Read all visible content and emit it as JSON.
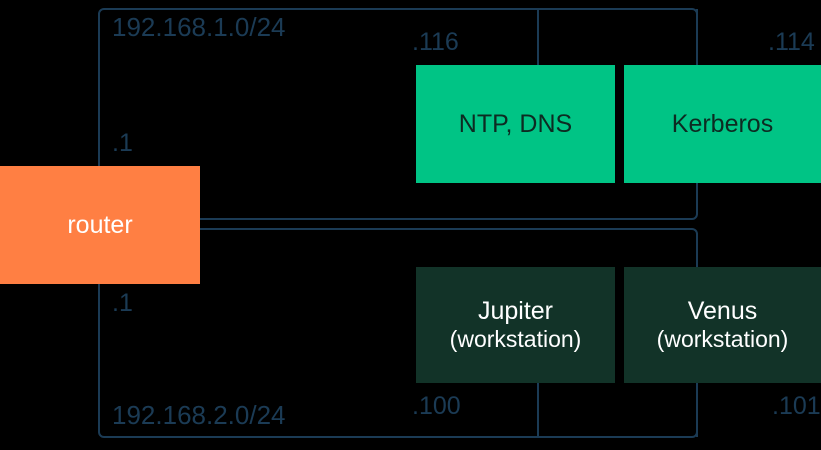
{
  "diagram": {
    "title": "network-subnet-diagram",
    "colors": {
      "background": "#000000",
      "stroke": "#1b3b55",
      "router": "#ff7f43",
      "service": "#00c485",
      "workstation": "#123328",
      "label_text": "#1b3b55"
    },
    "subnets": [
      {
        "id": "top",
        "label": "192.168.1.0/24"
      },
      {
        "id": "bottom",
        "label": "192.168.2.0/24"
      }
    ],
    "nodes": {
      "router": {
        "label": "router",
        "ip_top": ".1",
        "ip_bottom": ".1"
      },
      "ntp_dns": {
        "label": "NTP, DNS",
        "ip": ".116"
      },
      "kerberos": {
        "label": "Kerberos",
        "ip": ".114"
      },
      "jupiter": {
        "label": "Jupiter",
        "sublabel": "(workstation)",
        "ip": ".100"
      },
      "venus": {
        "label": "Venus",
        "sublabel": "(workstation)",
        "ip": ".101"
      }
    }
  }
}
